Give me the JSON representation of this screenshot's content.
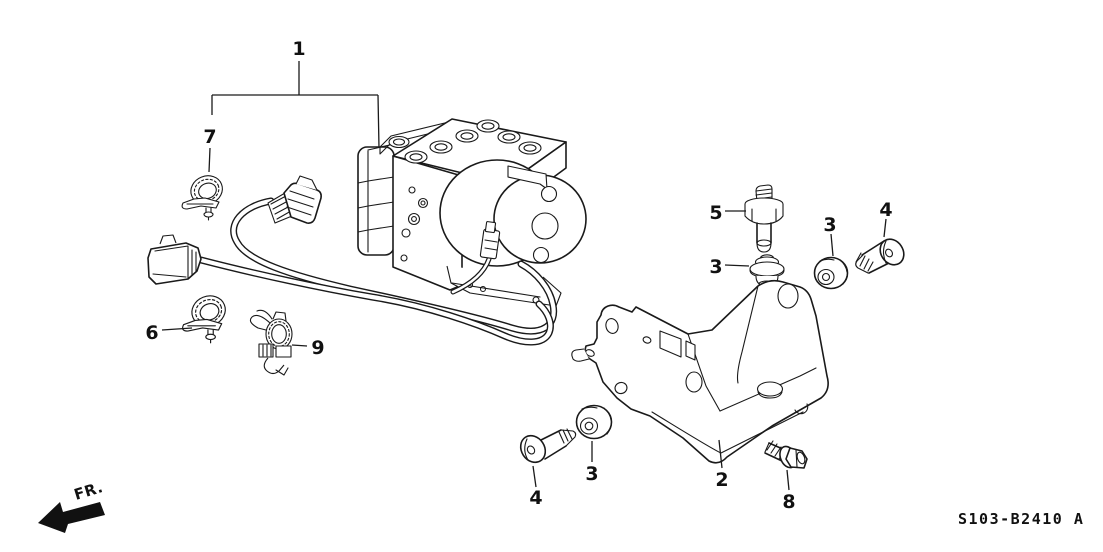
{
  "diagram": {
    "code": "S103-B2410 A",
    "direction": "FR.",
    "callouts": [
      {
        "text": "1"
      },
      {
        "text": "7"
      },
      {
        "text": "6"
      },
      {
        "text": "9"
      },
      {
        "text": "5"
      },
      {
        "text": "3"
      },
      {
        "text": "3"
      },
      {
        "text": "4"
      },
      {
        "text": "3"
      },
      {
        "text": "4"
      },
      {
        "text": "2"
      },
      {
        "text": "8"
      }
    ]
  }
}
